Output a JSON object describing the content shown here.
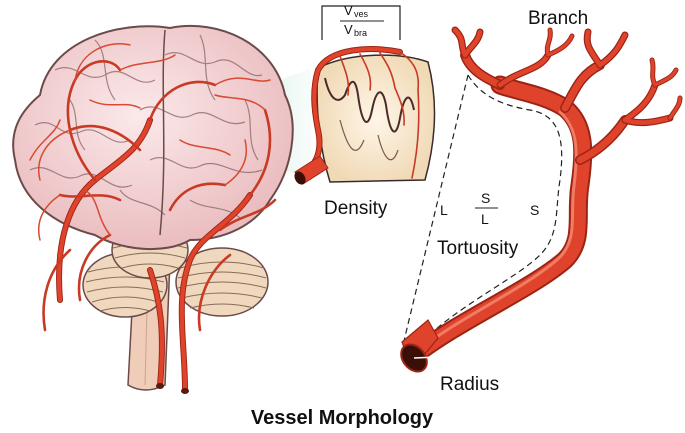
{
  "labels": {
    "branch": "Branch",
    "density": "Density",
    "tortuosity": "Tortuosity",
    "radius": "Radius",
    "title": "Vessel Morphology",
    "l": "L",
    "s": "S",
    "frac_s": "S",
    "frac_l": "L",
    "ves_v": "V",
    "ves_sub": "ves",
    "bra_v": "V",
    "bra_sub": "bra"
  },
  "colors": {
    "vessel": "#e0432b",
    "vessel_dark": "#9c2414",
    "brain_fill": "#f2d2d4",
    "brain_stroke": "#6b4a4a",
    "cerebellum": "#efd8bd",
    "tissue": "#f3ead8"
  }
}
